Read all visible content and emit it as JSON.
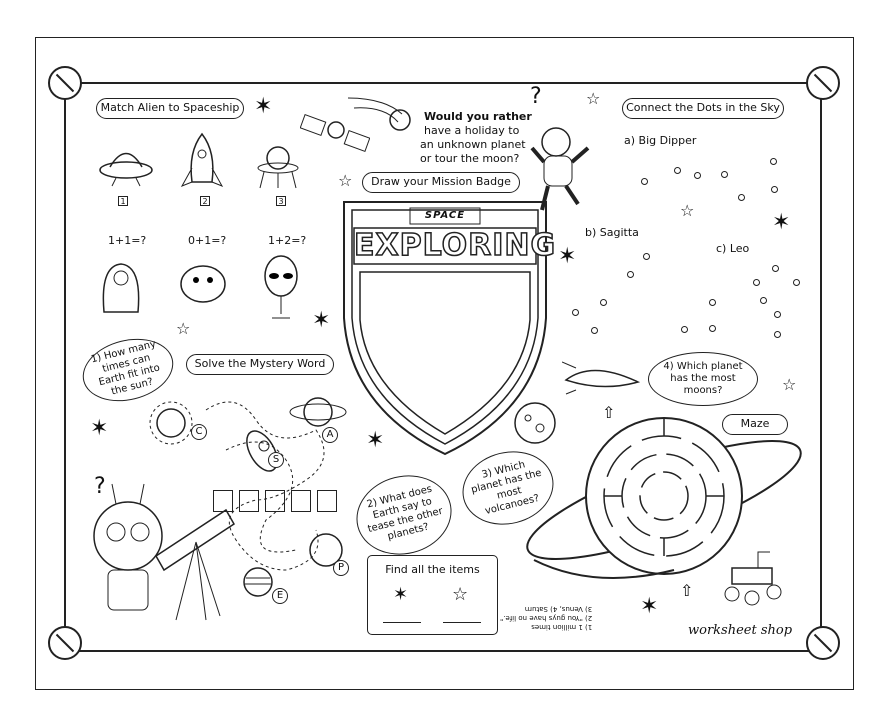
{
  "sections": {
    "match": "Match Alien to Spaceship",
    "dots": "Connect the Dots in the Sky",
    "badge": "Draw your Mission Badge",
    "mystery": "Solve the Mystery Word",
    "maze": "Maze",
    "find": "Find all the items"
  },
  "would_you_rather": {
    "title": "Would you rather",
    "lines": [
      "have a holiday to",
      "an unknown planet",
      "or tour the moon?"
    ]
  },
  "match_numbers": [
    "1",
    "2",
    "3"
  ],
  "sums": [
    "1+1=?",
    "0+1=?",
    "1+2=?"
  ],
  "constellations": [
    "a) Big Dipper",
    "b) Sagitta",
    "c) Leo"
  ],
  "badge_banner": {
    "top": "SPACE",
    "main": "EXPLORING"
  },
  "questions": [
    "1) How many times can Earth fit into the sun?",
    "2) What does Earth say to tease the other planets?",
    "3) Which planet has the most volcanoes?",
    "4) Which planet has the most moons?"
  ],
  "mystery_letters": [
    "C",
    "S",
    "A",
    "P",
    "E"
  ],
  "answers": [
    "1) 1 million times",
    "2) \"You guys have no life.\"",
    "3) Venus, 4) Saturn"
  ],
  "brand": "worksheet shop"
}
